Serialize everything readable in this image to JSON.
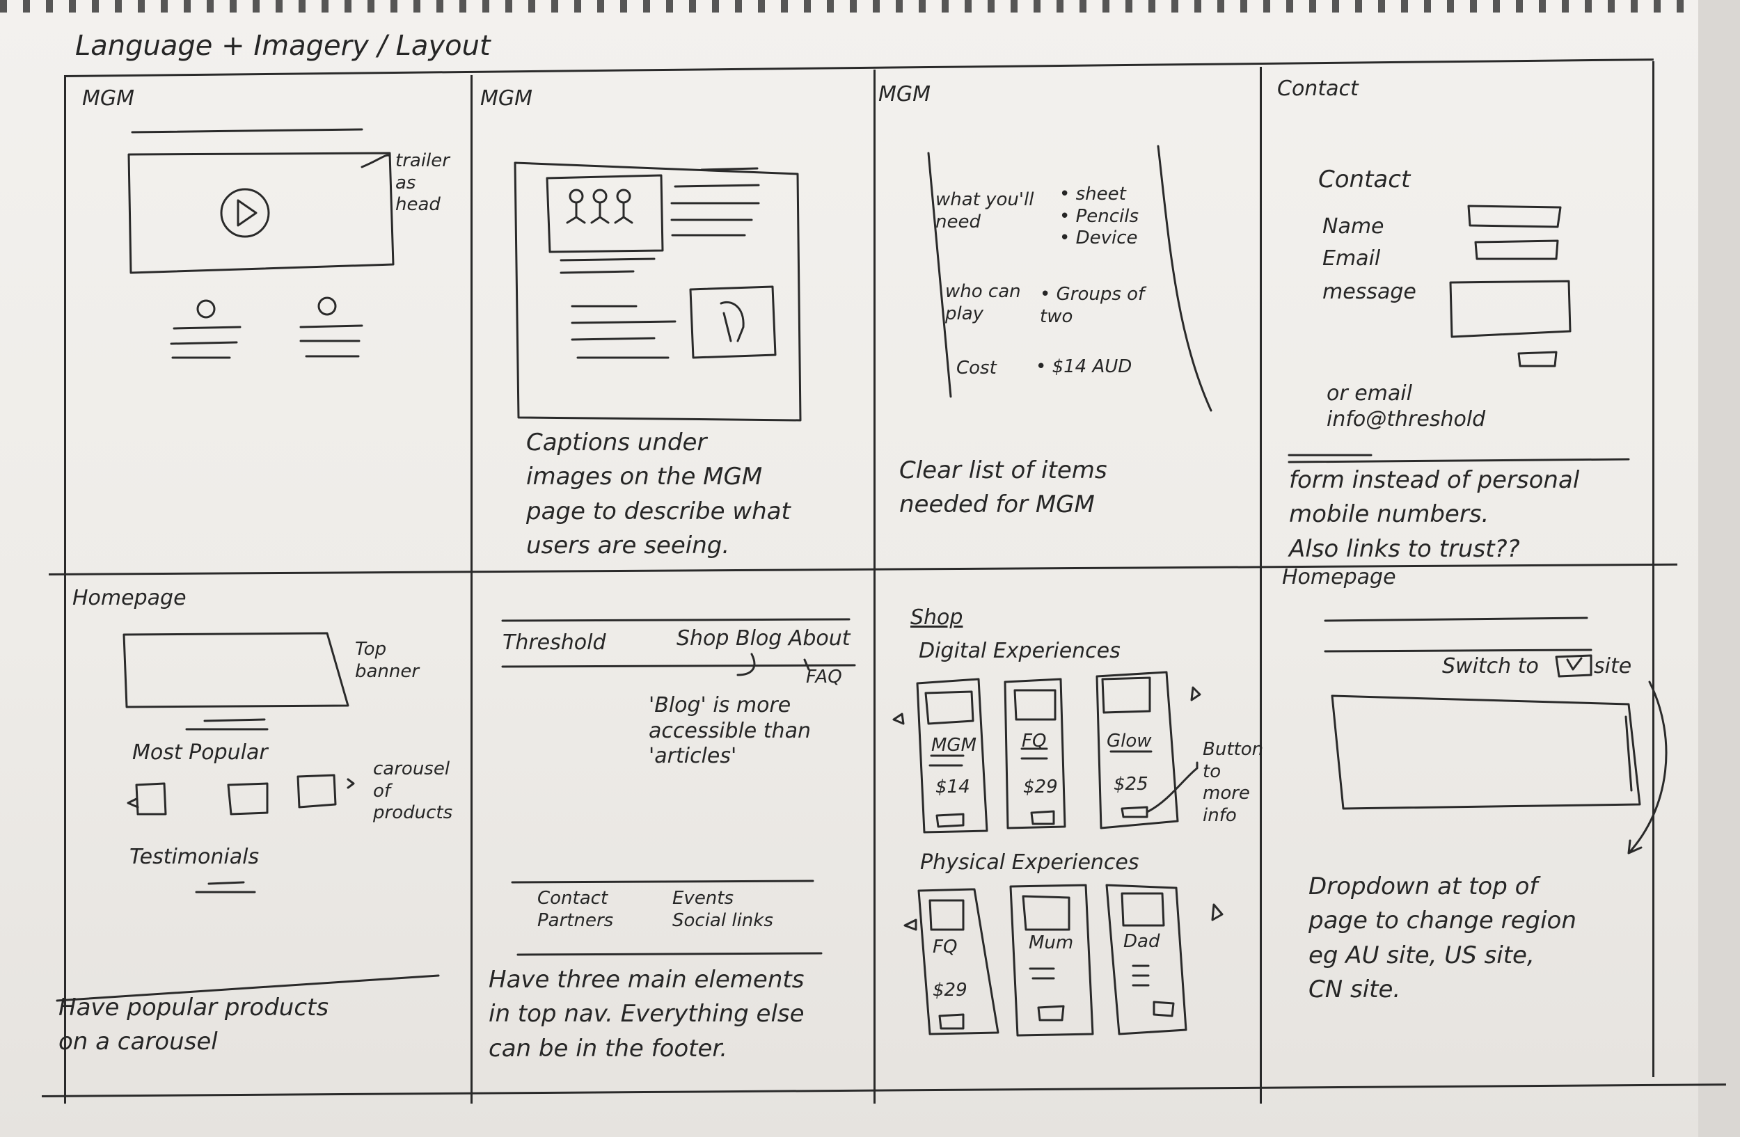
{
  "header": {
    "title": "Language + Imagery / Layout"
  },
  "panels": {
    "p1": {
      "heading": "MGM",
      "annotation": "trailer\nas\nhead"
    },
    "p2": {
      "heading": "MGM",
      "caption": "Captions under\nimages on the MGM\npage to describe what\nusers are seeing."
    },
    "p3": {
      "heading": "MGM",
      "rows": [
        {
          "label": "what you'll\nneed",
          "items": "• sheet\n• Pencils\n• Device"
        },
        {
          "label": "who can\nplay",
          "items": "• Groups of\n  two"
        },
        {
          "label": "Cost",
          "items": "• $14 AUD"
        }
      ],
      "caption": "Clear list of items\nneeded for MGM"
    },
    "p4": {
      "heading": "Contact",
      "form_title": "Contact",
      "field_name": "Name",
      "field_email": "Email",
      "field_message": "message",
      "alt_email": "or email\ninfo@threshold",
      "caption": "form instead of personal\nmobile numbers.\nAlso links to trust??"
    },
    "p5": {
      "heading": "Homepage",
      "top_banner": "Top\nbanner",
      "most_popular": "Most Popular",
      "carousel_note": "carousel\nof\nproducts",
      "testimonials": "Testimonials",
      "caption": "Have popular products\non a carousel"
    },
    "p6": {
      "brand": "Threshold",
      "nav": "Shop Blog About",
      "faq": "FAQ",
      "blog_note": "'Blog' is more\naccessible than\n'articles'",
      "footer_col1": "Contact\nPartners",
      "footer_col2": "Events\nSocial links",
      "caption": "Have three main elements\nin top nav. Everything else\ncan be in the footer."
    },
    "p7": {
      "heading": "Shop",
      "digital": "Digital Experiences",
      "digital_cards": [
        {
          "name": "MGM",
          "price": "$14"
        },
        {
          "name": "FQ",
          "price": "$29"
        },
        {
          "name": "Glow",
          "price": "$25"
        }
      ],
      "button_note": "Button\nto\nmore\ninfo",
      "physical": "Physical Experiences",
      "physical_cards": [
        {
          "name": "FQ",
          "price": "$29"
        },
        {
          "name": "Mum",
          "price": ""
        },
        {
          "name": "Dad",
          "price": ""
        }
      ]
    },
    "p8": {
      "heading": "Homepage",
      "switch_label": "Switch to",
      "switch_suffix": "site",
      "caption": "Dropdown at top of\npage to change region\neg AU site, US site,\nCN site."
    }
  }
}
